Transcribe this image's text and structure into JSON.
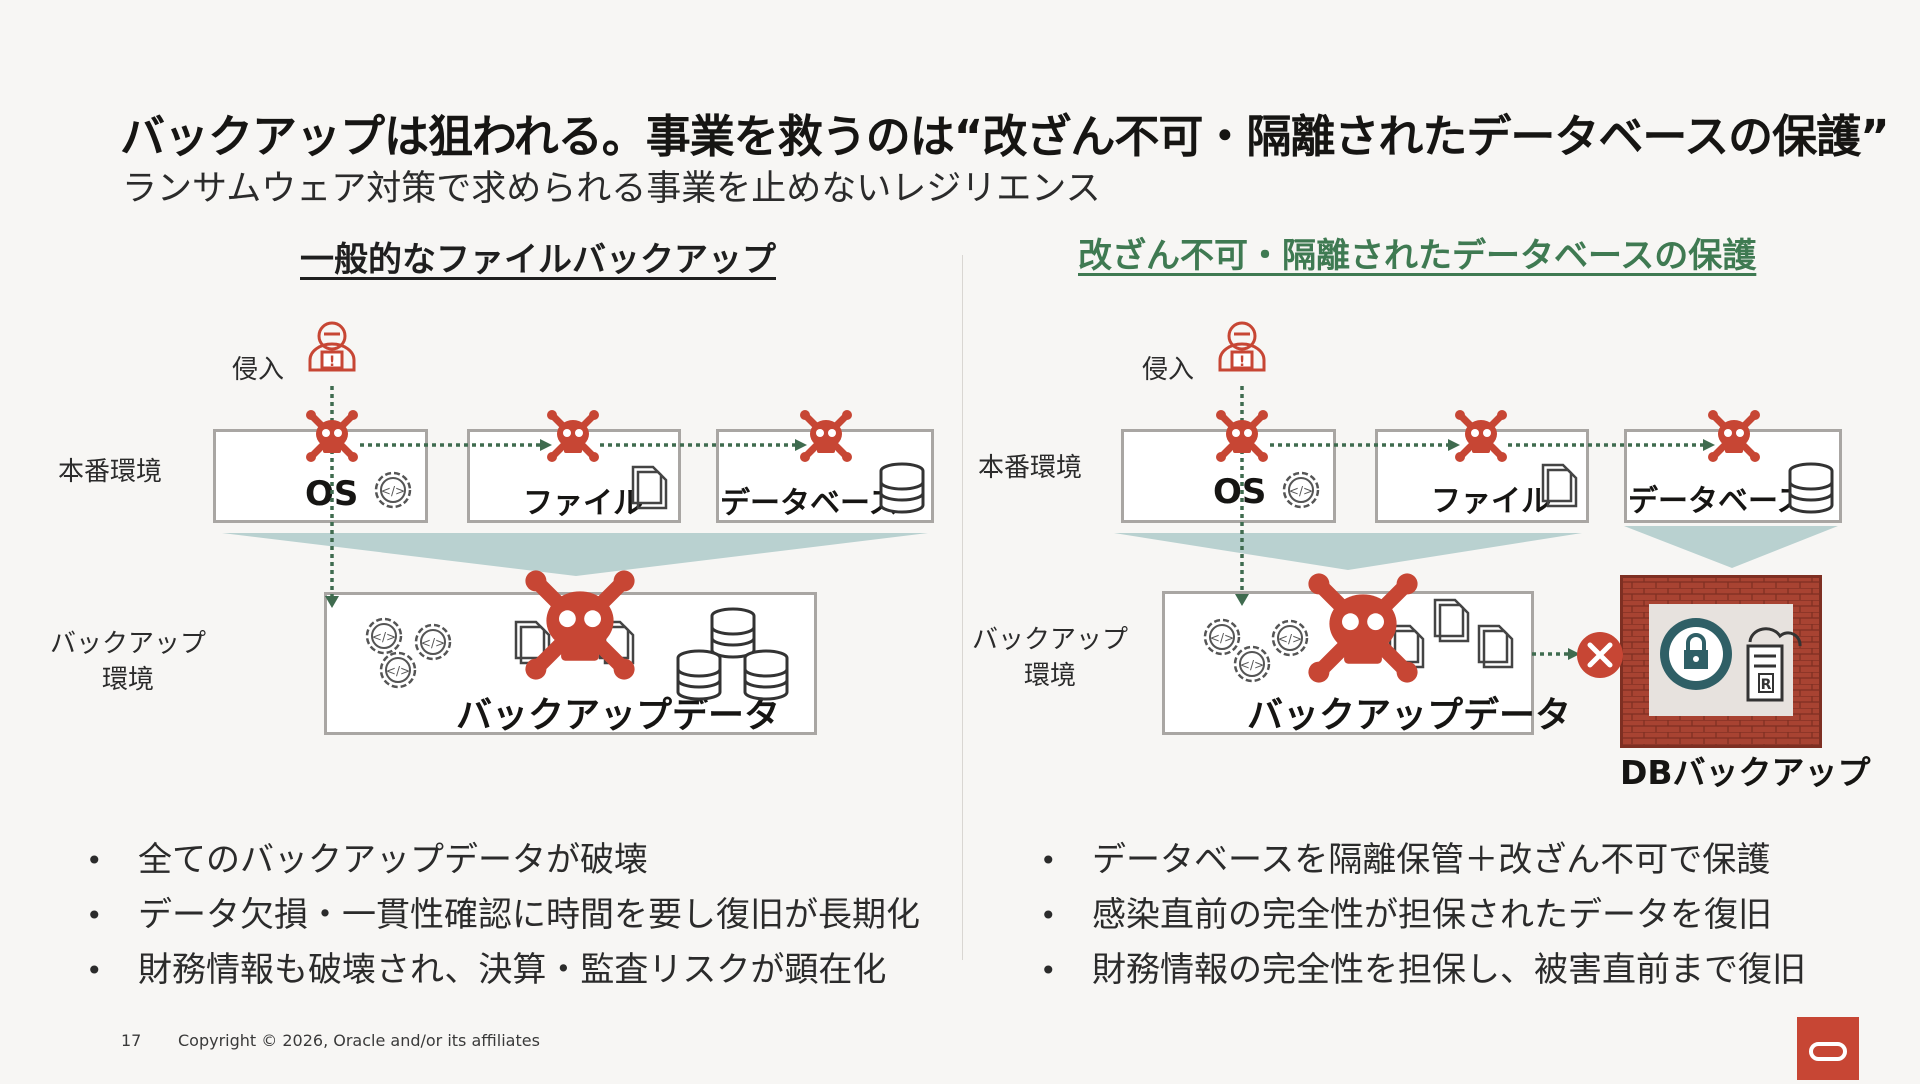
{
  "slide": {
    "title": "バックアップは狙われる。事業を救うのは“改ざん不可・隔離されたデータベースの保護”",
    "subtitle": "ランサムウェア対策で求められる事業を止めないレジリエンス"
  },
  "left": {
    "heading": "一般的なファイルバックアップ",
    "intrusion_label": "侵入",
    "prod_env_label": "本番環境",
    "backup_env_label_line1": "バックアップ",
    "backup_env_label_line2": "環境",
    "os_label": "OS",
    "file_label": "ファイル",
    "db_label": "データベース",
    "backup_data_label": "バックアップデータ",
    "bullets": [
      "全てのバックアップデータが破壊",
      "データ欠損・一貫性確認に時間を要し復旧が長期化",
      "財務情報も破壊され、決算・監査リスクが顕在化"
    ]
  },
  "right": {
    "heading": "改ざん不可・隔離されたデータベースの保護",
    "intrusion_label": "侵入",
    "prod_env_label": "本番環境",
    "backup_env_label_line1": "バックアップ",
    "backup_env_label_line2": "環境",
    "os_label": "OS",
    "file_label": "ファイル",
    "db_label": "データベース",
    "backup_data_label": "バックアップデータ",
    "db_backup_label": "DBバックアップ",
    "vault_letter": "R",
    "bullets": [
      "データベースを隔離保管＋改ざん不可で保護",
      "感染直前の完全性が担保されたデータを復旧",
      "財務情報の完全性を担保し、被害直前まで復旧"
    ]
  },
  "footer": {
    "page_number": "17",
    "copyright": "Copyright © 2026, Oracle and/or its affiliates"
  },
  "colors": {
    "threat_red": "#c74634",
    "accent_green": "#3f7a52",
    "box_border": "#a9a6a3",
    "funnel": "#b9d1d0",
    "brick": "#a84332",
    "lock_teal": "#2f5f66"
  },
  "icons": [
    "hacker-icon",
    "skull-icon",
    "gear-code-icon",
    "document-icon",
    "database-icon",
    "error-x-icon",
    "lock-icon",
    "cloud-server-icon",
    "oracle-logo"
  ]
}
